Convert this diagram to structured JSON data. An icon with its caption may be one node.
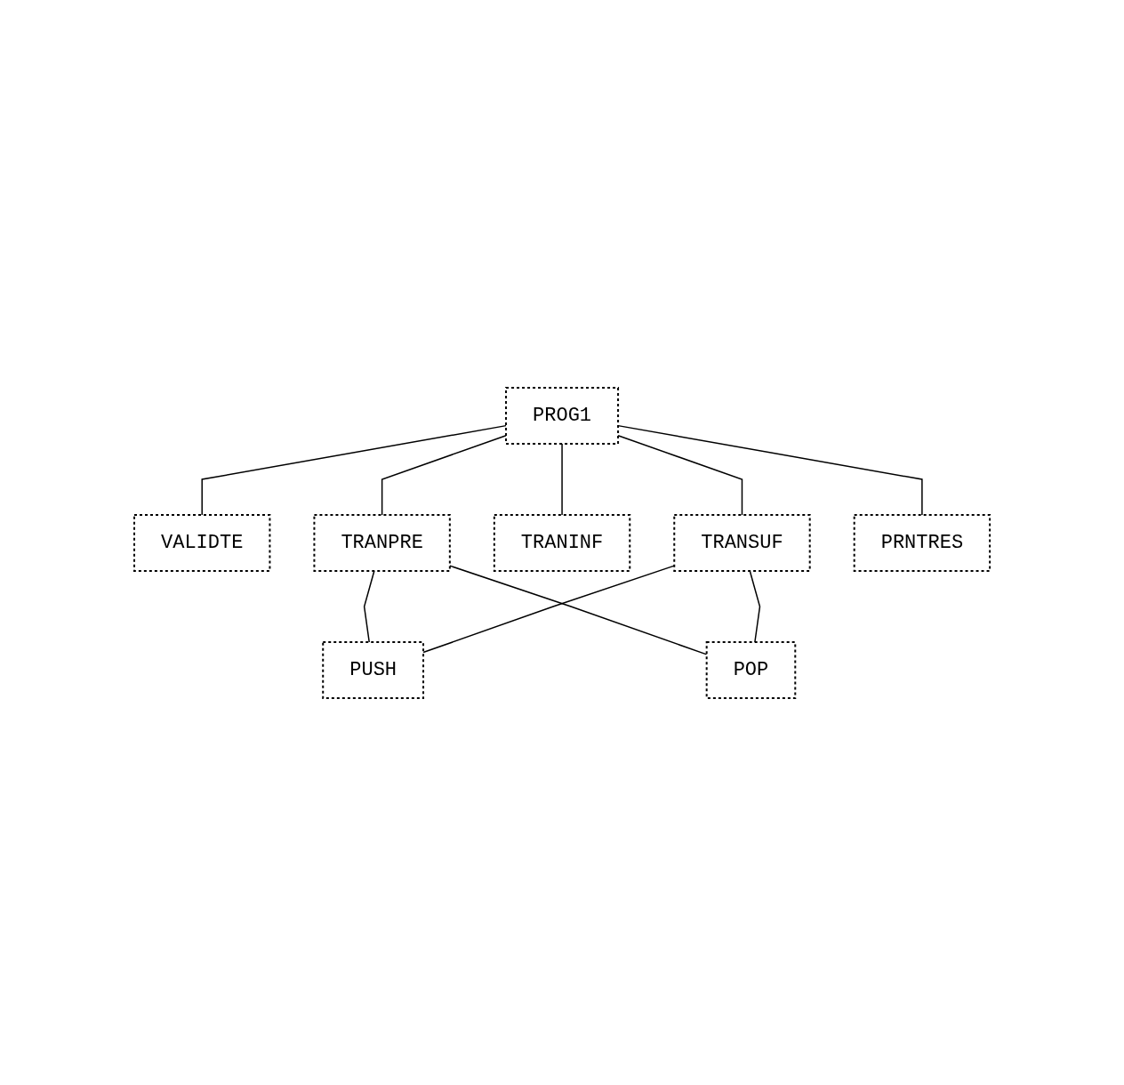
{
  "diagram": {
    "nodes": [
      {
        "text": [
          "PROG1"
        ]
      },
      {
        "text": [
          "VALIDTE"
        ]
      },
      {
        "text": [
          "TRANPRE"
        ]
      },
      {
        "text": [
          "TRANINF"
        ]
      },
      {
        "text": [
          "TRANSUF"
        ]
      },
      {
        "text": [
          "PRNTRES"
        ]
      },
      {
        "text": [
          "PUSH"
        ]
      },
      {
        "text": [
          "POP"
        ]
      }
    ],
    "edges": [
      {
        "from": 0,
        "to": 1,
        "arrow": "none"
      },
      {
        "from": 0,
        "to": 2,
        "arrow": "none"
      },
      {
        "from": 0,
        "to": 3,
        "arrow": "none"
      },
      {
        "from": 0,
        "to": 4,
        "arrow": "none"
      },
      {
        "from": 0,
        "to": 5,
        "arrow": "none"
      },
      {
        "from": 2,
        "to": 6,
        "arrow": "none"
      },
      {
        "from": 2,
        "to": 7,
        "arrow": "none"
      },
      {
        "from": 4,
        "to": 6,
        "arrow": "none"
      },
      {
        "from": 4,
        "to": 7,
        "arrow": "none"
      }
    ]
  }
}
